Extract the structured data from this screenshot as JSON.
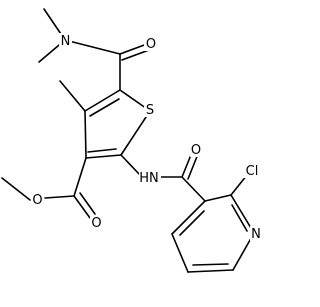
{
  "molecule": {
    "atoms": {
      "n_dimethyl": "N",
      "o_amide_top": "O",
      "s_ring": "S",
      "nh": "HN",
      "o_amide_right": "O",
      "cl": "Cl",
      "o_ester_carbonyl": "O",
      "o_ester_ether": "O",
      "n_pyridine": "N"
    }
  }
}
